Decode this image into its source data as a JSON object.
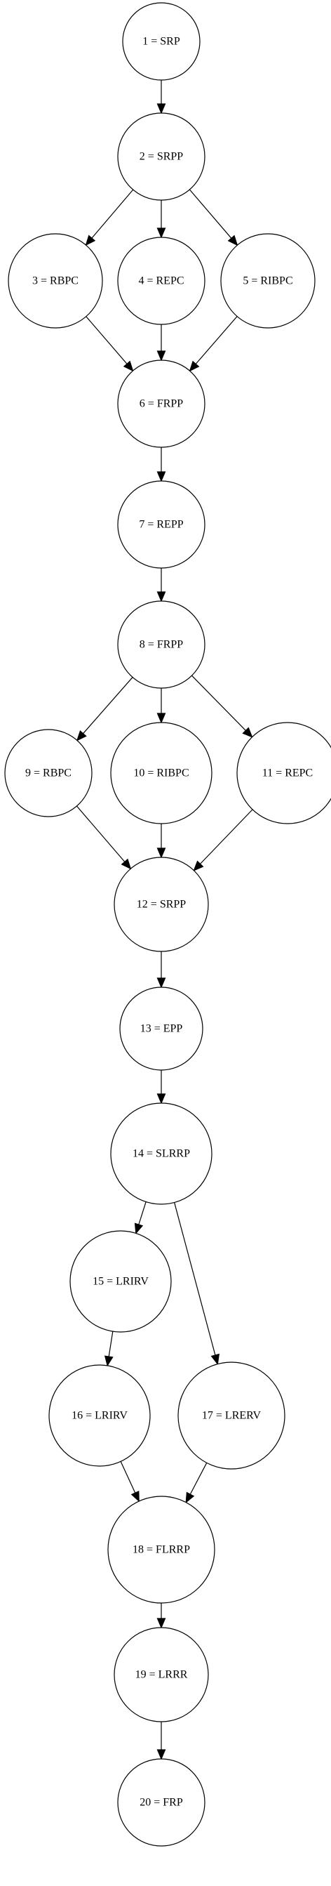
{
  "nodes": [
    {
      "id": "n1",
      "label": "1 = SRP"
    },
    {
      "id": "n2",
      "label": "2 = SRPP"
    },
    {
      "id": "n3",
      "label": "3 = RBPC"
    },
    {
      "id": "n4",
      "label": "4 = REPC"
    },
    {
      "id": "n5",
      "label": "5 = RIBPC"
    },
    {
      "id": "n6",
      "label": "6 = FRPP"
    },
    {
      "id": "n7",
      "label": "7 = REPP"
    },
    {
      "id": "n8",
      "label": "8 = FRPP"
    },
    {
      "id": "n9",
      "label": "9 = RBPC"
    },
    {
      "id": "n10",
      "label": "10 = RIBPC"
    },
    {
      "id": "n11",
      "label": "11 = REPC"
    },
    {
      "id": "n12",
      "label": "12 = SRPP"
    },
    {
      "id": "n13",
      "label": "13 = EPP"
    },
    {
      "id": "n14",
      "label": "14 = SLRRP"
    },
    {
      "id": "n15",
      "label": "15 = LRIRV"
    },
    {
      "id": "n16",
      "label": "16 = LRIRV"
    },
    {
      "id": "n17",
      "label": "17 = LRERV"
    },
    {
      "id": "n18",
      "label": "18 = FLRRP"
    },
    {
      "id": "n19",
      "label": "19 = LRRR"
    },
    {
      "id": "n20",
      "label": "20 = FRP"
    }
  ],
  "edges": [
    {
      "from": "n1",
      "to": "n2"
    },
    {
      "from": "n2",
      "to": "n3"
    },
    {
      "from": "n2",
      "to": "n4"
    },
    {
      "from": "n2",
      "to": "n5"
    },
    {
      "from": "n3",
      "to": "n6"
    },
    {
      "from": "n4",
      "to": "n6"
    },
    {
      "from": "n5",
      "to": "n6"
    },
    {
      "from": "n6",
      "to": "n7"
    },
    {
      "from": "n7",
      "to": "n8"
    },
    {
      "from": "n8",
      "to": "n9"
    },
    {
      "from": "n8",
      "to": "n10"
    },
    {
      "from": "n8",
      "to": "n11"
    },
    {
      "from": "n9",
      "to": "n12"
    },
    {
      "from": "n10",
      "to": "n12"
    },
    {
      "from": "n11",
      "to": "n12"
    },
    {
      "from": "n12",
      "to": "n13"
    },
    {
      "from": "n13",
      "to": "n14"
    },
    {
      "from": "n14",
      "to": "n15"
    },
    {
      "from": "n14",
      "to": "n17"
    },
    {
      "from": "n15",
      "to": "n16"
    },
    {
      "from": "n16",
      "to": "n18"
    },
    {
      "from": "n17",
      "to": "n18"
    },
    {
      "from": "n18",
      "to": "n19"
    },
    {
      "from": "n19",
      "to": "n20"
    }
  ]
}
